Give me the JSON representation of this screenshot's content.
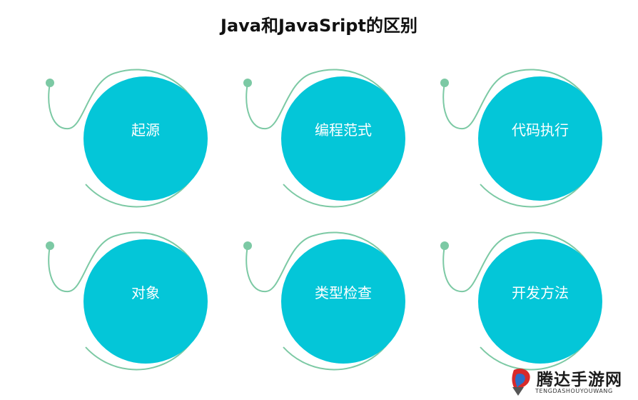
{
  "title": "Java和JavaSript的区别",
  "colors": {
    "circle_fill": "#04c6d8",
    "ring_stroke": "#7cc9a4",
    "dot_fill": "#7cc9a4",
    "label_text": "#ffffff"
  },
  "nodes": [
    {
      "label": "起源"
    },
    {
      "label": "编程范式"
    },
    {
      "label": "代码执行"
    },
    {
      "label": "对象"
    },
    {
      "label": "类型检查"
    },
    {
      "label": "开发方法"
    }
  ],
  "watermark": {
    "name_cn": "腾达手游网",
    "name_en": "TENGDASHOUYOUWANG"
  }
}
